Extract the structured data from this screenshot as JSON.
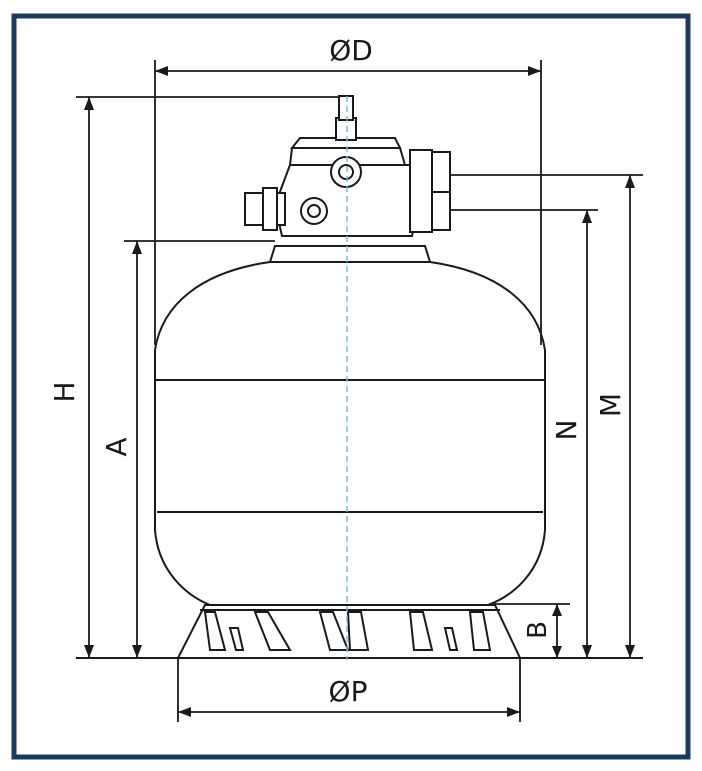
{
  "labels": {
    "top_diameter": "ØD",
    "base_diameter": "ØP",
    "total_height": "H",
    "body_height": "A",
    "outlet_height": "N",
    "inlet_height": "M",
    "base_height": "B"
  },
  "colors": {
    "frame": "#1d3a5c",
    "lines": "#1a1a1a",
    "centerline": "#7fb8d8"
  }
}
